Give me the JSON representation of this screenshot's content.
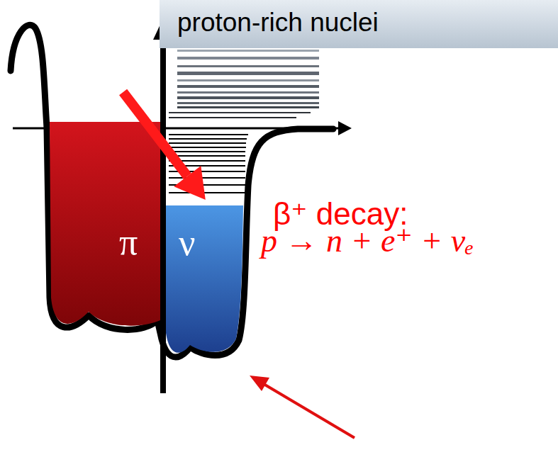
{
  "diagram": {
    "nodes": [
      {
        "text": [
          "proton-rich nuclei"
        ]
      },
      {
        "text": [
          "π"
        ]
      },
      {
        "text": [
          "ν"
        ]
      }
    ],
    "edges": [
      {
        "from": 1,
        "to": 2,
        "arrow": "to"
      }
    ],
    "labels": [
      "β⁺ decay:",
      "p → n + e⁺ + νₑ"
    ]
  }
}
